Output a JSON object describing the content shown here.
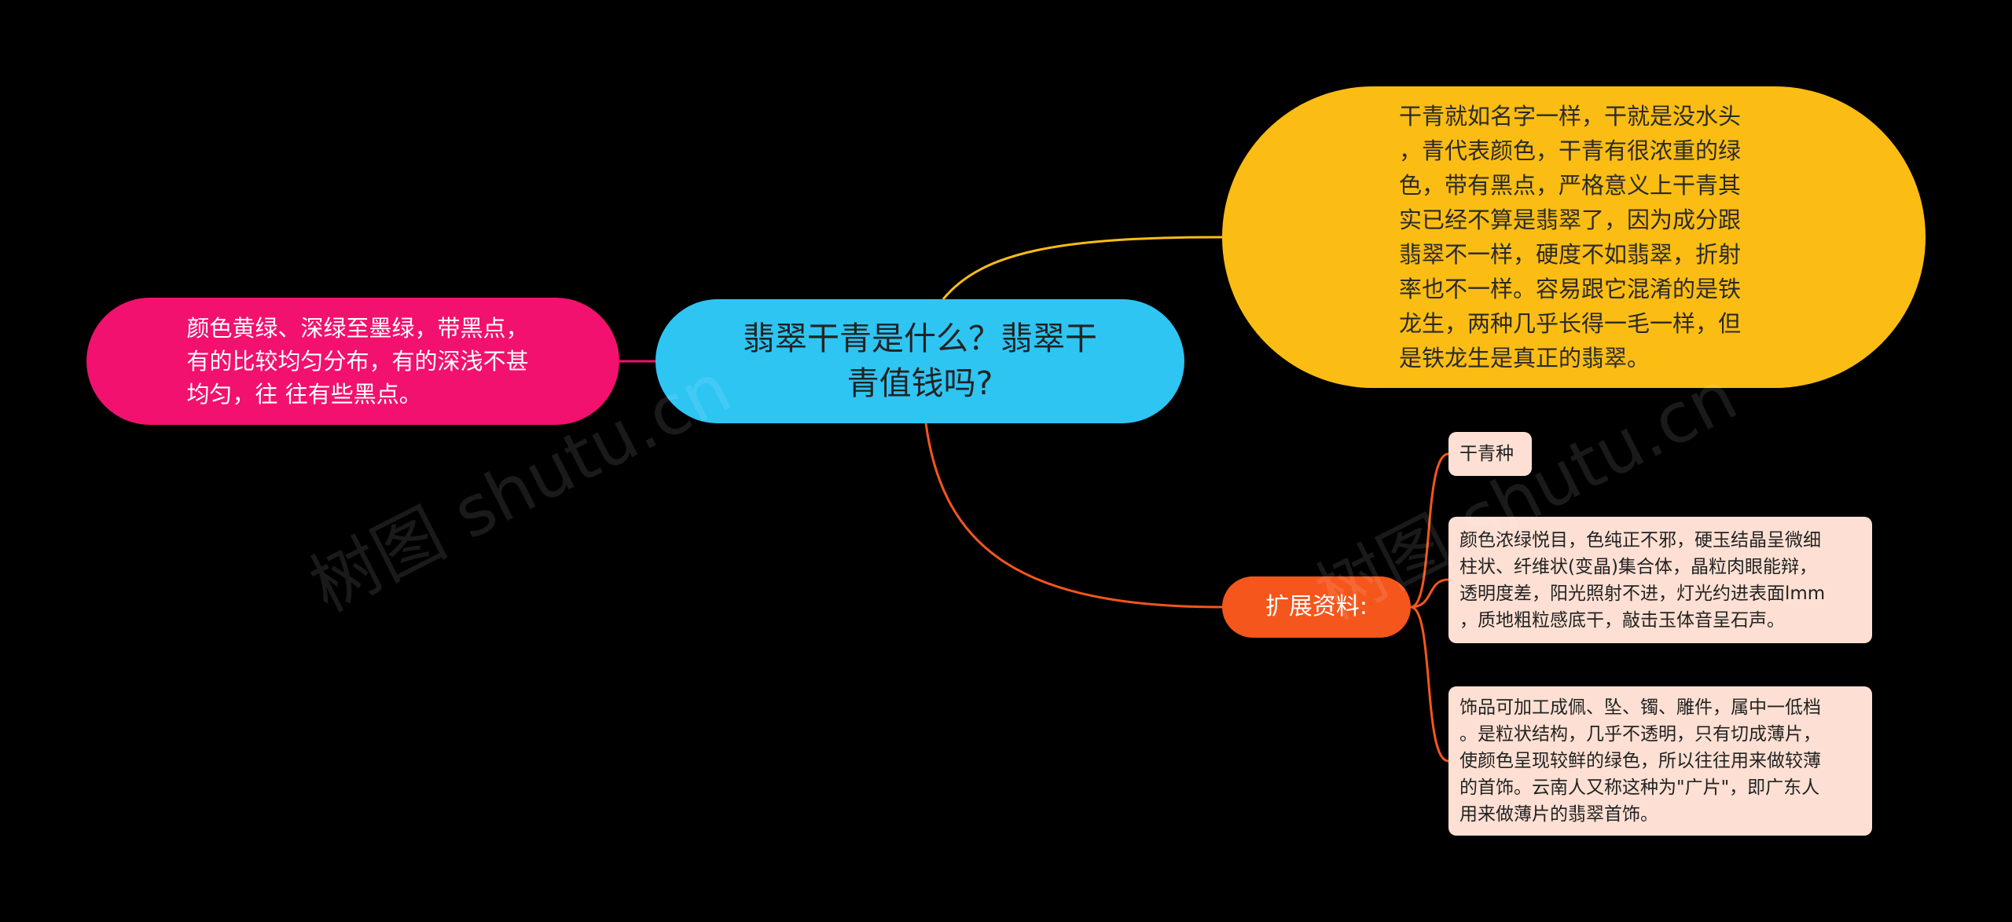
{
  "mindmap": {
    "root": {
      "text": "翡翠干青是什么？翡翠干\n青值钱吗?",
      "color": "#2ec5f3"
    },
    "left_topic": {
      "text": "颜色黄绿、深绿至墨绿，带黑点，\n有的比较均匀分布，有的深浅不甚\n均匀，往 往有些黑点。",
      "color": "#f2116e"
    },
    "right_topic": {
      "text": "干青就如名字一样，干就是没水头\n，青代表颜色，干青有很浓重的绿\n色，带有黑点，严格意义上干青其\n实已经不算是翡翠了，因为成分跟\n翡翠不一样，硬度不如翡翠，折射\n率也不一样。容易跟它混淆的是铁\n龙生，两种几乎长得一毛一样，但\n是铁龙生是真正的翡翠。",
      "color": "#fbbd14"
    },
    "extension": {
      "label": "扩展资料:",
      "color": "#f4561c",
      "children": [
        {
          "text": "干青种"
        },
        {
          "text": "颜色浓绿悦目，色纯正不邪，硬玉结晶呈微细\n柱状、纤维状(变晶)集合体，晶粒肉眼能辩，\n透明度差，阳光照射不进，灯光约进表面lmm\n，质地粗粒感底干，敲击玉体音呈石声。"
        },
        {
          "text": "饰品可加工成佩、坠、镯、雕件，属中一低档\n。是粒状结构，几乎不透明，只有切成薄片，\n使颜色呈现较鲜的绿色，所以往往用来做较薄\n的首饰。云南人又称这种为\"广片\"，即广东人\n用来做薄片的翡翠首饰。"
        }
      ],
      "leaf_color": "#fde0d3"
    }
  },
  "watermark": {
    "text": "树图 shutu.cn"
  }
}
